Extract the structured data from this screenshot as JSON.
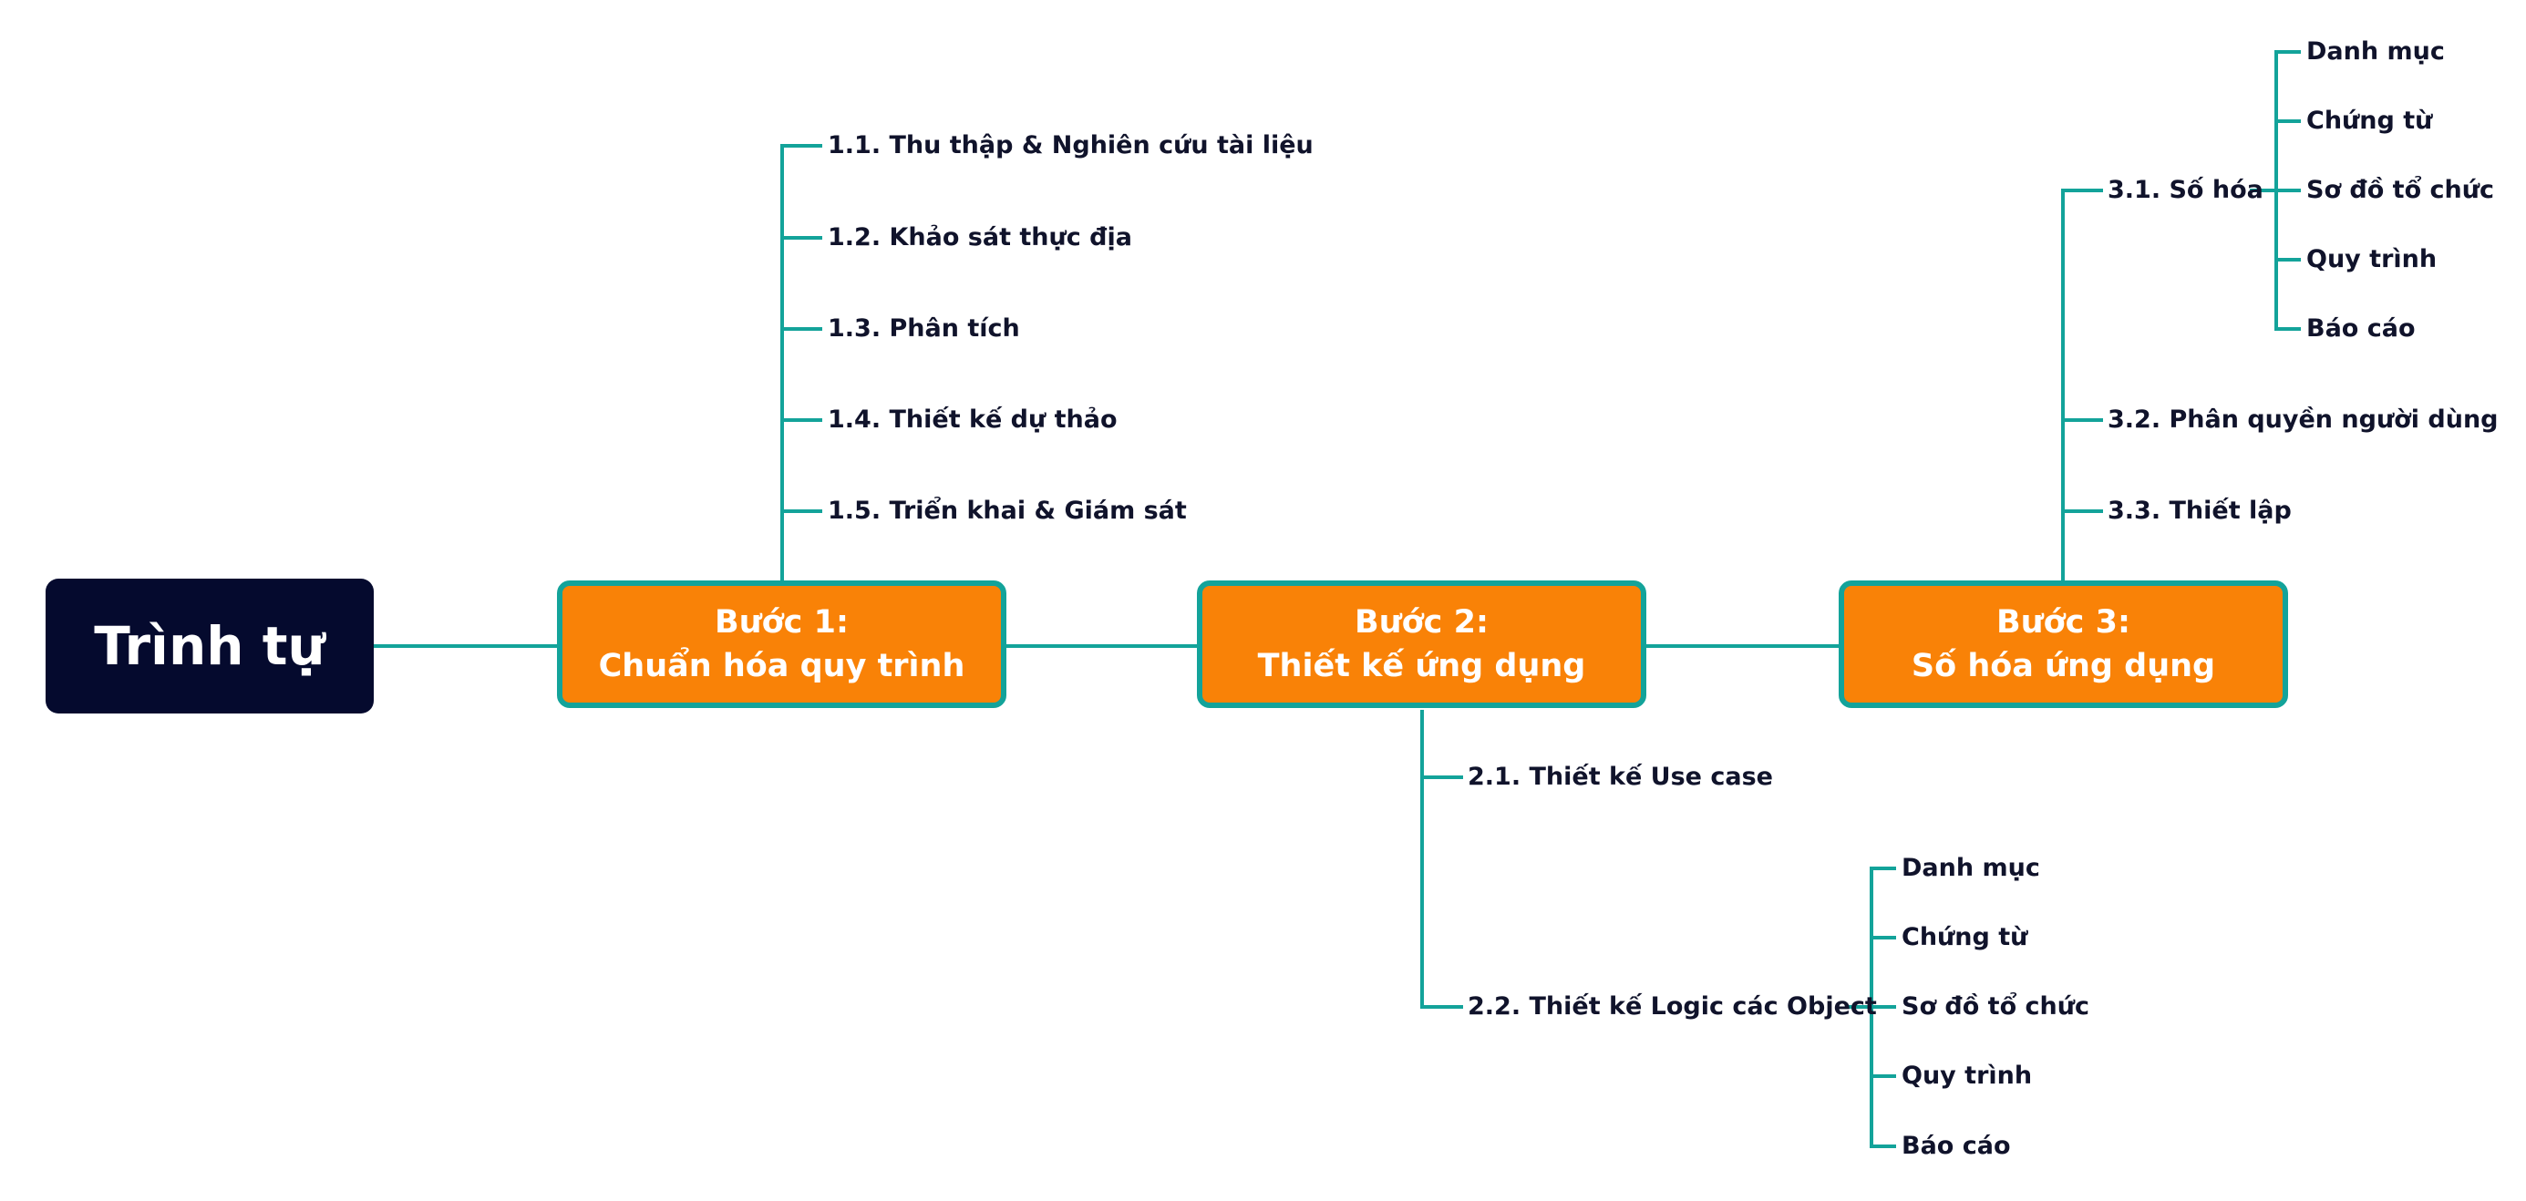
{
  "colors": {
    "connector": "#13a39a",
    "root_bg": "#050a2e",
    "step_bg": "#f98207",
    "step_border": "#13a39a",
    "leaf_text": "#10132b"
  },
  "root": {
    "label": "Trình tự"
  },
  "steps": [
    {
      "line1": "Bước 1:",
      "line2": "Chuẩn hóa quy trình",
      "children": [
        "1.1. Thu thập & Nghiên cứu tài liệu",
        "1.2. Khảo sát thực địa",
        "1.3. Phân tích",
        "1.4. Thiết kế dự thảo",
        "1.5. Triển khai & Giám sát"
      ]
    },
    {
      "line1": "Bước 2:",
      "line2": "Thiết kế ứng dụng",
      "children": [
        {
          "label": "2.1. Thiết kế Use case"
        },
        {
          "label": "2.2. Thiết kế Logic các Object",
          "children": [
            "Danh mục",
            "Chứng từ",
            "Sơ đồ tổ chức",
            "Quy trình",
            "Báo cáo"
          ]
        }
      ]
    },
    {
      "line1": "Bước 3:",
      "line2": "Số hóa ứng dụng",
      "children": [
        {
          "label": "3.1. Số hóa",
          "children": [
            "Danh mục",
            "Chứng từ",
            "Sơ đồ tổ chức",
            "Quy trình",
            "Báo cáo"
          ]
        },
        {
          "label": "3.2. Phân quyền người dùng"
        },
        {
          "label": "3.3. Thiết lập"
        }
      ]
    }
  ]
}
